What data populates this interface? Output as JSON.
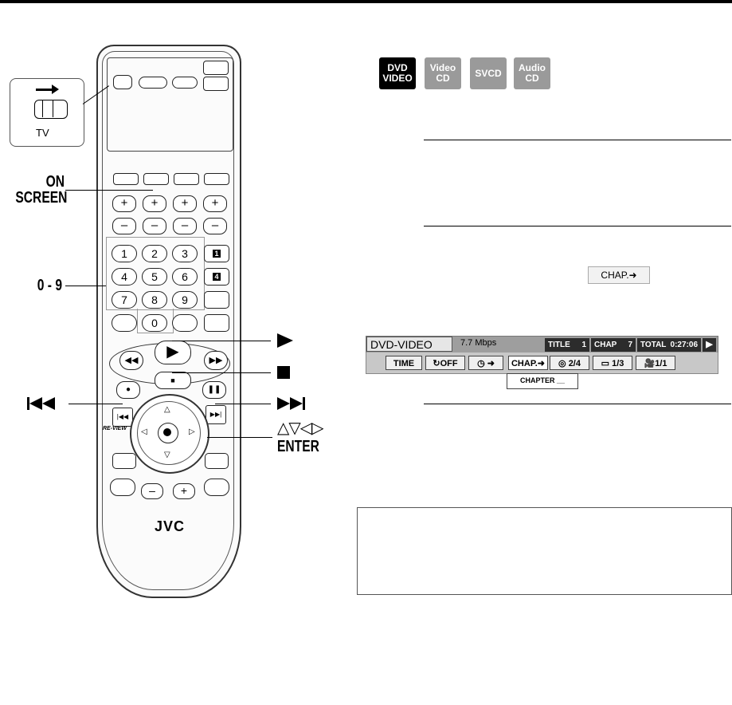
{
  "callouts": {
    "on_screen": "ON\nSCREEN",
    "digits": "0 - 9",
    "enter": "ENTER"
  },
  "remote": {
    "numbers": [
      "1",
      "2",
      "3",
      "4",
      "5",
      "6",
      "7",
      "8",
      "9",
      "0"
    ],
    "brand": "JVC",
    "tv_label": "TV",
    "review_label": "RE-VIEW",
    "side_keys": [
      "1",
      "4"
    ]
  },
  "discs": [
    {
      "label": "DVD\nVIDEO",
      "active": true
    },
    {
      "label": "Video\nCD",
      "active": false
    },
    {
      "label": "SVCD",
      "active": false
    },
    {
      "label": "Audio\nCD",
      "active": false
    }
  ],
  "chap_icon": "CHAP.➜",
  "osd": {
    "mode": "DVD-VIDEO",
    "bitrate": "7.7 Mbps",
    "title_label": "TITLE",
    "title_value": "1",
    "chap_label": "CHAP",
    "chap_value": "7",
    "total_label": "TOTAL",
    "total_value": "0:27:06",
    "time_btn": "TIME",
    "repeat_btn": "OFF",
    "chap_btn": "CHAP.➜",
    "audio_val": "2/4",
    "subtitle_val": "1/3",
    "angle_val": "1/1",
    "popup": "CHAPTER __"
  },
  "colors": {
    "active_badge": "#000000",
    "inactive_badge": "#9a9a9a",
    "osd_bar": "#9e9e9e"
  }
}
